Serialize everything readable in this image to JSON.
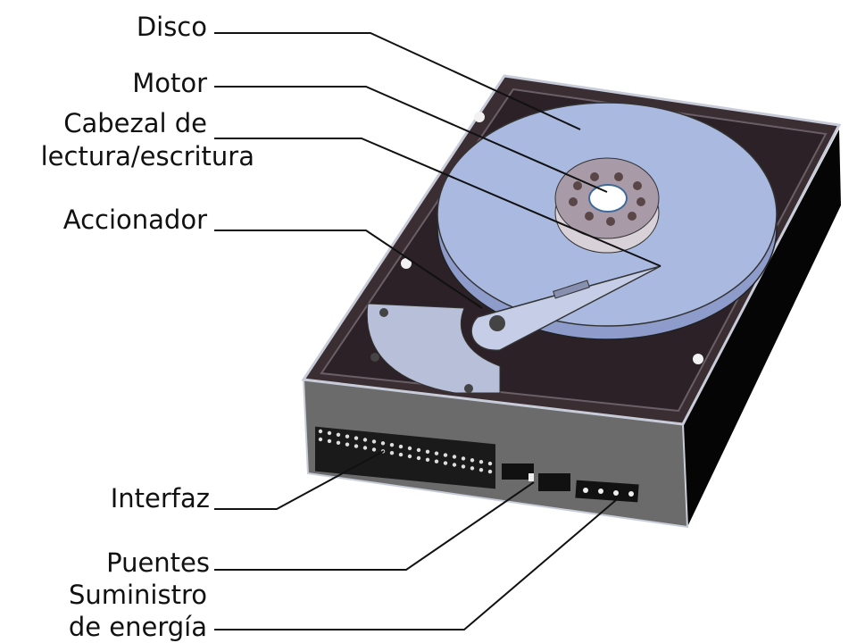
{
  "title": "Hard disk drive components",
  "labels": {
    "disco": "Disco",
    "motor": "Motor",
    "cabezal_1": "Cabezal de",
    "cabezal_2": "lectura/escritura",
    "accionador": "Accionador",
    "interfaz": "Interfaz",
    "puentes": "Puentes",
    "suministro_1": "Suministro",
    "suministro_2": "de energía"
  },
  "colors": {
    "platter": "#a9b9e0",
    "case": "#3a2e33",
    "front": "#6b6b6b",
    "side": "#050505",
    "arm": "#c6cde6"
  }
}
